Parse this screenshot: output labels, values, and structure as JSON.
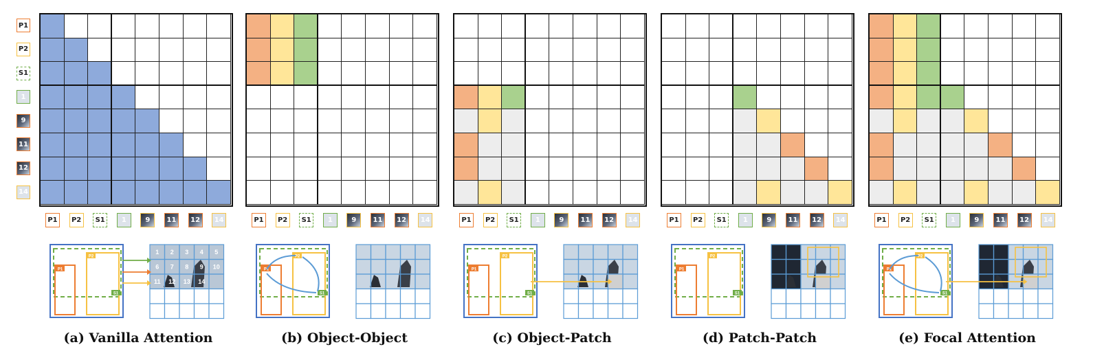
{
  "side_labels": [
    "P1",
    "P2",
    "S1",
    "1",
    "9",
    "11",
    "12",
    "14"
  ],
  "axis_labels": [
    "P1",
    "P2",
    "S1",
    "1",
    "9",
    "11",
    "12",
    "14"
  ],
  "scene": {
    "box_p1": "P1",
    "box_p2": "P2",
    "box_s1": "S1",
    "patch_numbers": [
      "1",
      "2",
      "3",
      "4",
      "5",
      "6",
      "7",
      "8",
      "9",
      "10",
      "11",
      "12",
      "13",
      "14"
    ]
  },
  "colors": {
    "vanilla": "#8eaadb",
    "object_p1": "#f4b183",
    "object_p2": "#ffe699",
    "object_s1": "#a9d18e",
    "patch_gray": "#ededed",
    "patch_orange": "#f4b183",
    "patch_yellow": "#ffe699",
    "grid_blue": "#5b9bd5",
    "border_orange": "#ed7d31",
    "border_yellow": "#f6c142",
    "border_green": "#70ad47",
    "frame_blue": "#4472c4"
  },
  "panels": [
    {
      "id": "a",
      "caption": "(a) Vanilla Attention"
    },
    {
      "id": "b",
      "caption": "(b) Object-Object"
    },
    {
      "id": "c",
      "caption": "(c) Object-Patch"
    },
    {
      "id": "d",
      "caption": "(d) Patch-Patch"
    },
    {
      "id": "e",
      "caption": "(e) Focal Attention"
    }
  ]
}
